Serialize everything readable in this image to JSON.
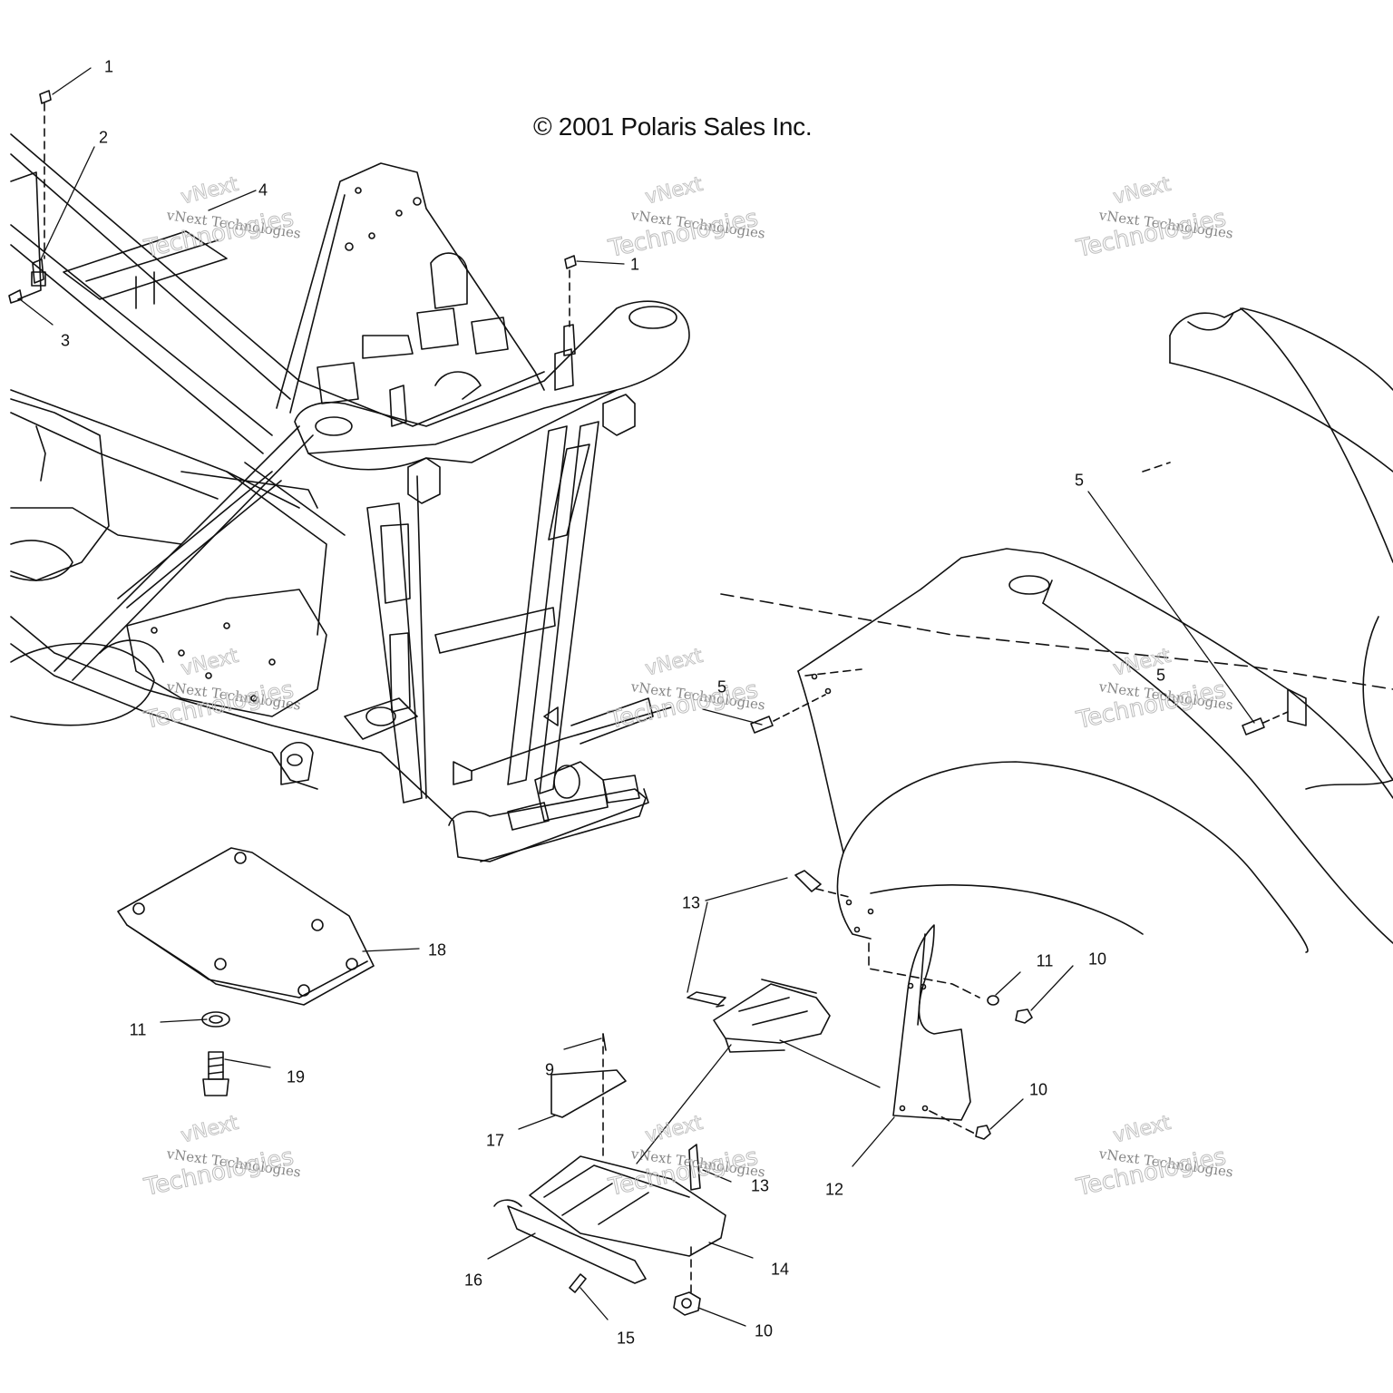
{
  "diagram": {
    "copyright": "© 2001 Polaris Sales Inc.",
    "watermark": {
      "top_word": "vNext",
      "line1": "vNext Technologies",
      "line2": "Technologies"
    },
    "callouts": [
      "1",
      "2",
      "4",
      "3",
      "1",
      "5",
      "5",
      "5",
      "13",
      "18",
      "11",
      "10",
      "11",
      "19",
      "9",
      "17",
      "13",
      "10",
      "12",
      "16",
      "14",
      "15",
      "10"
    ]
  }
}
